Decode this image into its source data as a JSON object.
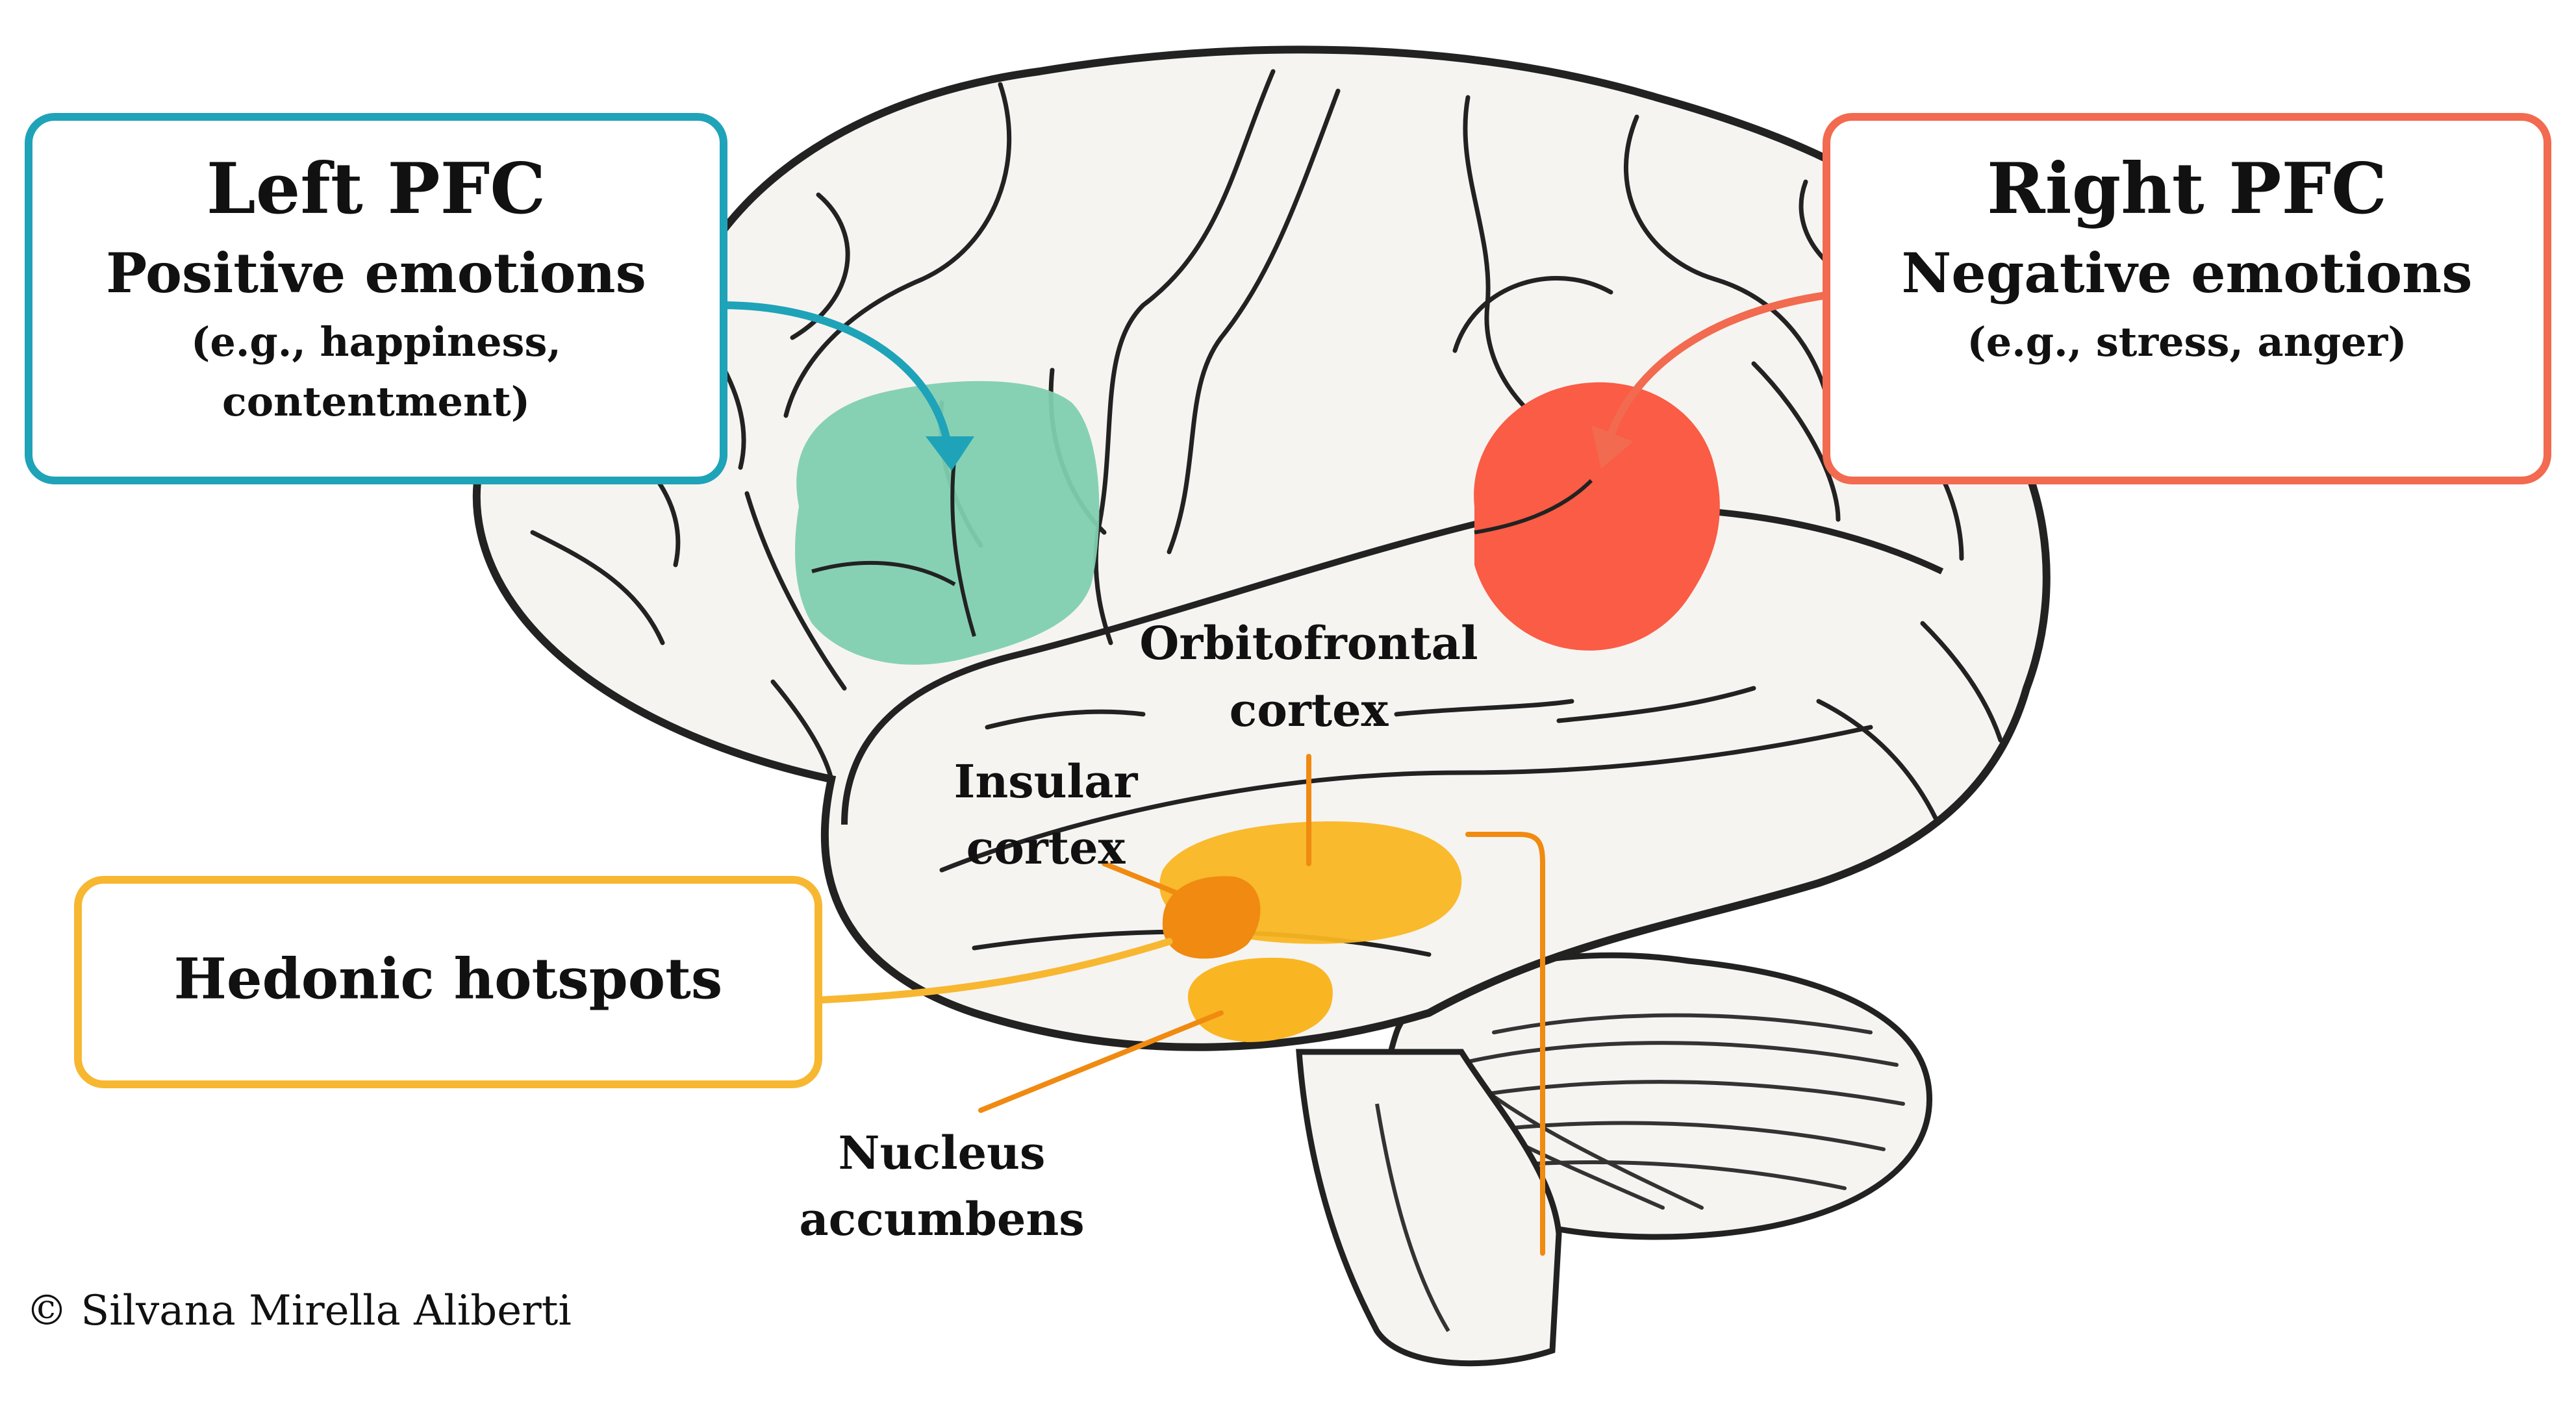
{
  "boxes": {
    "left_pfc": {
      "title": "Left PFC",
      "subtitle": "Positive emotions",
      "example_line1": "(e.g., happiness,",
      "example_line2": "contentment)"
    },
    "right_pfc": {
      "title": "Right PFC",
      "subtitle": "Negative emotions",
      "example_line1": "(e.g., stress, anger)"
    },
    "hedonic": {
      "title": "Hedonic hotspots"
    }
  },
  "labels": {
    "orbitofrontal_line1": "Orbitofrontal",
    "orbitofrontal_line2": "cortex",
    "insular_line1": "Insular",
    "insular_line2": "cortex",
    "nucleus_line1": "Nucleus",
    "nucleus_line2": "accumbens"
  },
  "credit": "© Silvana Mirella Aliberti",
  "colors": {
    "teal_box": "#1fa3b8",
    "coral_box": "#f26a4f",
    "amber_box": "#f7b731",
    "green_region": "#7fcfb0",
    "red_region": "#fa5c45",
    "orange_region": "#f9b622",
    "dark_orange": "#f08a10",
    "brain_fill": "#f6f4f1",
    "outline": "#222222"
  }
}
